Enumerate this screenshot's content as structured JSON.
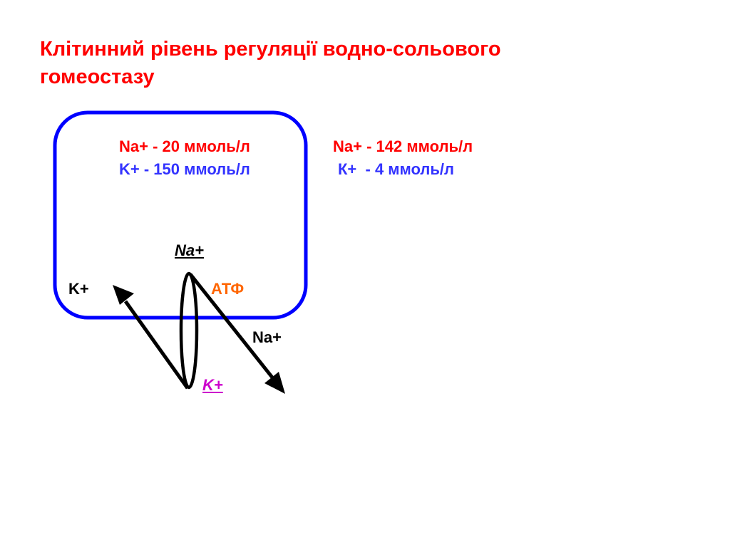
{
  "title": {
    "line1": "Клітинний рівень регуляції водно-сольового",
    "line2": "гомеостазу"
  },
  "intracellular": {
    "na": "Na+ - 20 ммоль/л",
    "k": "K+ - 150 ммоль/л"
  },
  "extracellular": {
    "na": "Na+ - 142 ммоль/л",
    "k": "К+  - 4 ммоль/л"
  },
  "pump": {
    "na_inside": "Na+",
    "k_outside": "K+",
    "k_inside": "K+",
    "na_outside": "Na+",
    "atp": "АТФ"
  },
  "colors": {
    "title": "#ff0000",
    "na_concentration": "#ff0000",
    "k_concentration": "#3333ff",
    "cell_membrane": "#0000ff",
    "atp": "#ff6600",
    "k_pumped": "#cc00cc",
    "arrows": "#000000"
  }
}
